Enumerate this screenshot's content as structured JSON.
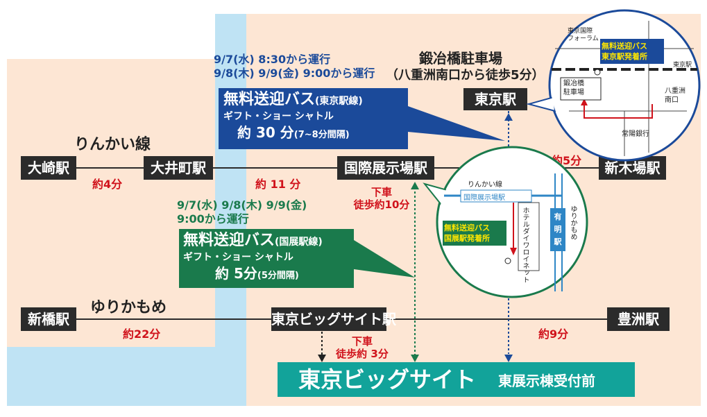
{
  "lines": {
    "rinkai": "りんかい線",
    "yurikamome": "ゆりかもめ"
  },
  "stations": {
    "osaki": "大崎駅",
    "oimachi": "大井町駅",
    "kokusai": "国際展示場駅",
    "shinkiba": "新木場駅",
    "shinbashi": "新橋駅",
    "bigsight": "東京ビッグサイト駅",
    "toyosu": "豊洲駅",
    "tokyo": "東京駅"
  },
  "times": {
    "osaki_oimachi": "約4分",
    "oimachi_kokusai": "約 11 分",
    "kokusai_shinkiba": "約5分",
    "shinbashi_bigsight": "約22分",
    "bigsight_toyosu": "約9分"
  },
  "walks": {
    "kokusai": {
      "top": "下車",
      "bottom": "徒歩約10分"
    },
    "bigsight": {
      "top": "下車",
      "bottom": "徒歩約 3分"
    }
  },
  "parking": {
    "title": "鍛冶橋駐車場",
    "subtitle": "（八重洲南口から徒歩5分）"
  },
  "bus_tokyo": {
    "schedule1": "9/7(水) 8:30から運行",
    "schedule2": "9/8(木) 9/9(金) 9:00から運行",
    "title": "無料送迎バス",
    "line": "(東京駅線)",
    "sub": "ギフト・ショー シャトル",
    "dur": "約 30 分",
    "interval": "(7~8分間隔)",
    "color": "#1b4a9a"
  },
  "bus_kokuten": {
    "schedule1": "9/7(水) 9/8(木) 9/9(金)",
    "schedule2": "9:00から運行",
    "title": "無料送迎バス",
    "line": "(国展駅線)",
    "sub": "ギフト・ショー シャトル",
    "dur": "約 5分",
    "interval": "(5分間隔)",
    "color": "#1a7a4c"
  },
  "destination": {
    "main": "東京ビッグサイト",
    "sub": "東展示棟受付前",
    "color": "#12a39a"
  },
  "inset_tokyo": {
    "forum": [
      "東京国際",
      "フォーラム"
    ],
    "label": [
      "無料送迎バス",
      "東京駅発着所"
    ],
    "station": "東京駅",
    "parking": [
      "鍛冶橋",
      "駐車場"
    ],
    "yaesu": [
      "八重洲",
      "南口"
    ],
    "bank": "常陽銀行"
  },
  "inset_kokusai": {
    "line": "りんかい線",
    "station": "国際展示場駅",
    "hotel": [
      "ホテル",
      "ダイワロイネット"
    ],
    "label": [
      "無料送迎バス",
      "国展駅発着所"
    ],
    "ariake": [
      "有",
      "明",
      "駅"
    ],
    "yuri": "ゆりかもめ"
  }
}
